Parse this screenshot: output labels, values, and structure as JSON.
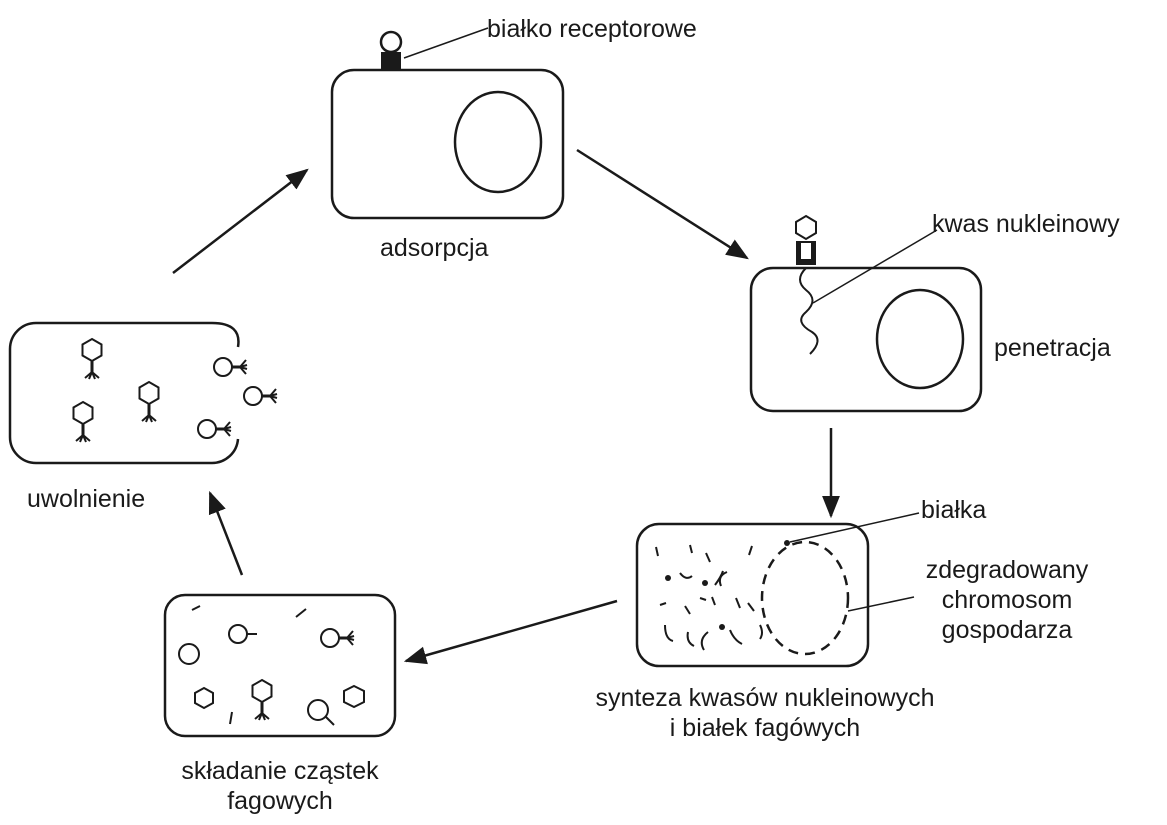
{
  "labels": {
    "receptor": "białko receptorowe",
    "adsorption": "adsorpcja",
    "nucleic_acid": "kwas nukleinowy",
    "penetration": "penetracja",
    "proteins": "białka",
    "degraded_1": "zdegradowany",
    "degraded_2": "chromosom",
    "degraded_3": "gospodarza",
    "synthesis_1": "synteza kwasów nukleinowych",
    "synthesis_2": "i białek fagówych",
    "assembly_1": "składanie cząstek",
    "assembly_2": "fagowych",
    "release": "uwolnienie"
  },
  "colors": {
    "ink": "#1a1a1a",
    "background": "#ffffff"
  }
}
